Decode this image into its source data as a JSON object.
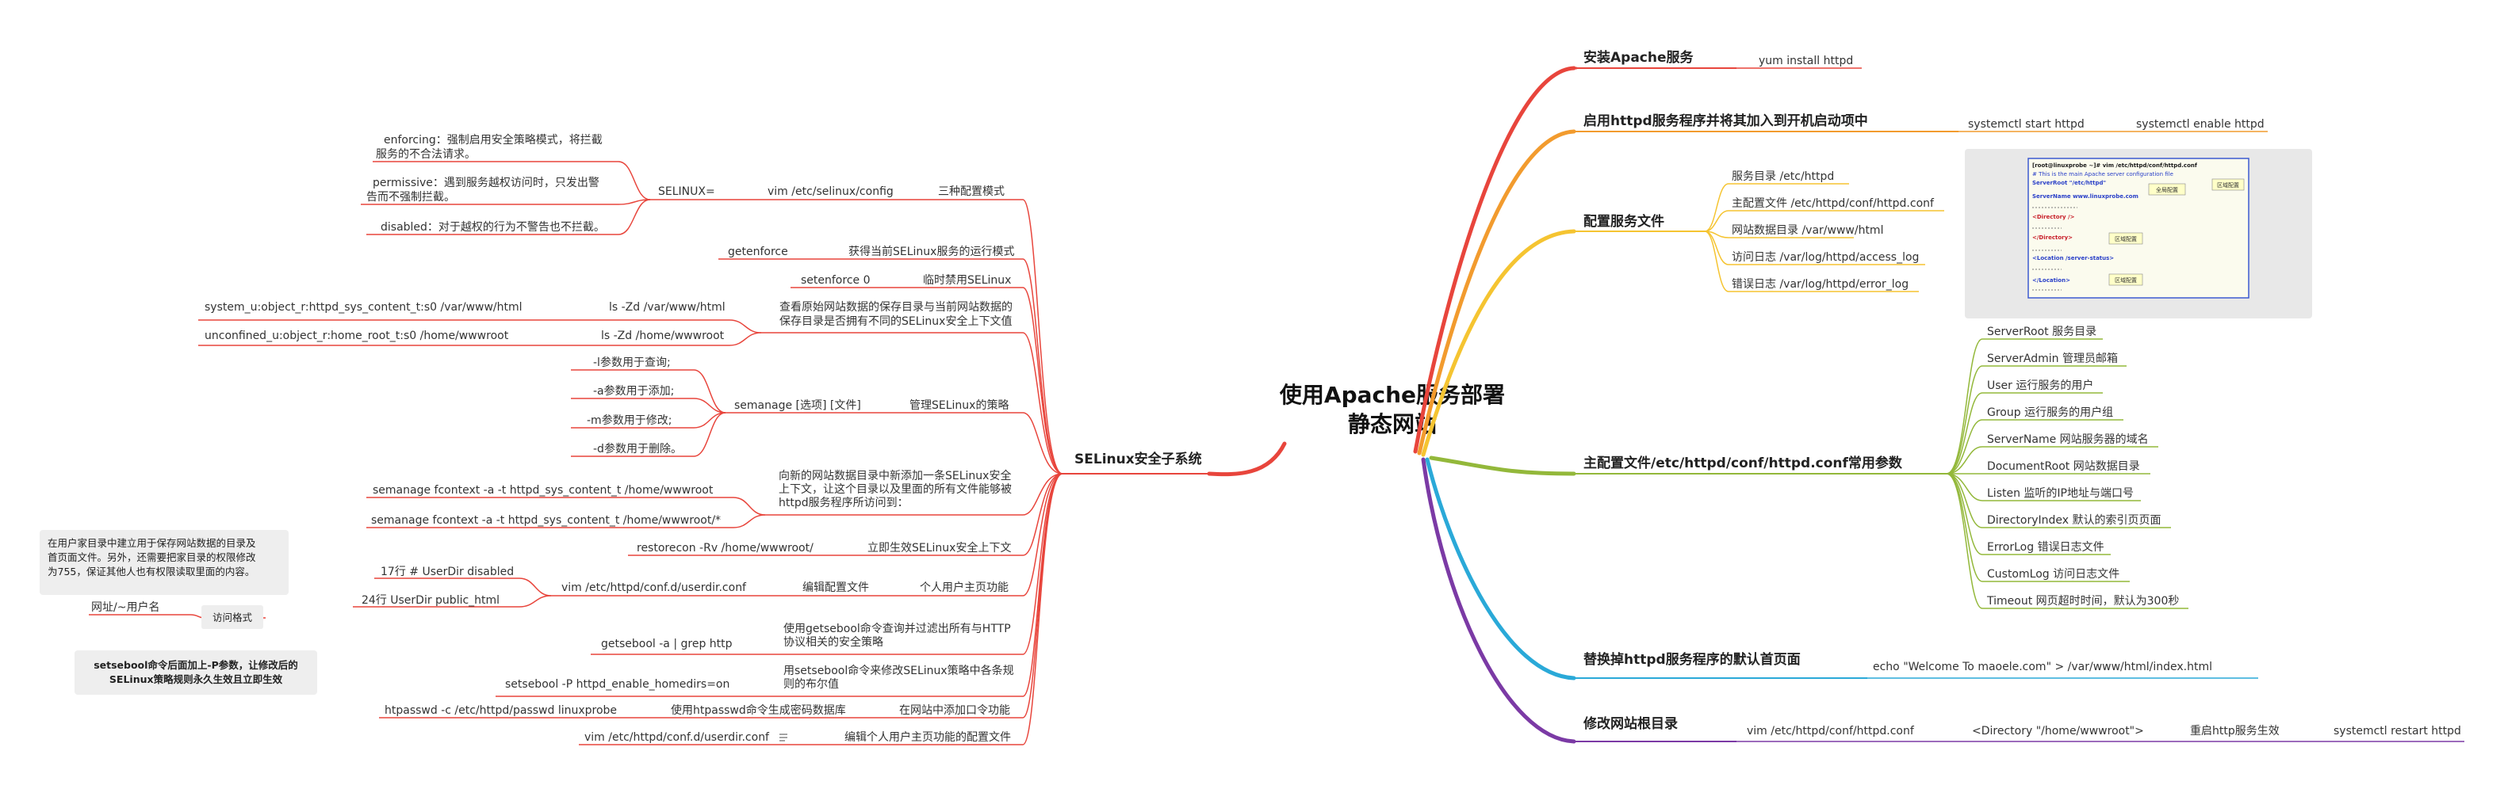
{
  "root": {
    "line1": "使用Apache服务部署",
    "line2": "静态网站"
  },
  "colors": {
    "red": "#e8453c",
    "orange": "#f29b2e",
    "yellow": "#f5c431",
    "green": "#93b83a",
    "blue": "#2aa9d8",
    "purple": "#7b3aa5",
    "note_bg": "#eeeeee",
    "thumb_bg": "#e8e8e8"
  },
  "right": {
    "b1": {
      "title": "安装Apache服务",
      "items": [
        "yum install httpd"
      ]
    },
    "b2": {
      "title": "启用httpd服务程序并将其加入到开机启动项中",
      "items": [
        "systemctl start httpd",
        "systemctl enable httpd"
      ]
    },
    "b3": {
      "title": "配置服务文件",
      "items": [
        "服务目录  /etc/httpd",
        "主配置文件  /etc/httpd/conf/httpd.conf",
        "网站数据目录  /var/www/html",
        "访问日志  /var/log/httpd/access_log",
        "错误日志  /var/log/httpd/error_log"
      ]
    },
    "b4": {
      "title": "主配置文件/etc/httpd/conf/httpd.conf常用参数",
      "items": [
        "ServerRoot  服务目录",
        "ServerAdmin  管理员邮箱",
        "User  运行服务的用户",
        "Group  运行服务的用户组",
        "ServerName  网站服务器的域名",
        "DocumentRoot  网站数据目录",
        "Listen  监听的IP地址与端口号",
        "DirectoryIndex  默认的索引页页面",
        "ErrorLog  错误日志文件",
        "CustomLog  访问日志文件",
        "Timeout  网页超时时间，默认为300秒"
      ]
    },
    "b5": {
      "title": "替换掉httpd服务程序的默认首页面",
      "items": [
        "echo \"Welcome To maoele.com\" > /var/www/html/index.html"
      ]
    },
    "b6": {
      "title": "修改网站根目录",
      "items": [
        "vim /etc/httpd/conf/httpd.conf",
        "<Directory \"/home/wwwroot\">",
        "重启http服务生效",
        "systemctl restart httpd"
      ]
    }
  },
  "thumbnail": {
    "lines": [
      "[root@linuxprobe ~]# vim /etc/httpd/conf/httpd.conf",
      "# This is the main Apache server configuration file",
      "ServerRoot \"/etc/httpd\"",
      "ServerName  www.linuxprobe.com",
      "<Directory />",
      "</Directory>",
      "<Location /server-status>",
      "</Location>"
    ],
    "tags": [
      "全局配置",
      "区域配置",
      "区域配置",
      "区域配置"
    ]
  },
  "left": {
    "title": "SELinux安全子系统",
    "selinux": {
      "modes": "三种配置模式",
      "file": "vim /etc/selinux/config",
      "key": "SELINUX=",
      "enforcing": [
        "enforcing：强制启用安全策略模式，将拦截",
        "服务的不合法请求。"
      ],
      "permissive": [
        "permissive：遇到服务越权访问时，只发出警",
        "告而不强制拦截。"
      ],
      "disabled": "disabled：对于越权的行为不警告也不拦截。"
    },
    "getenforce": {
      "desc": "获得当前SELinux服务的运行模式",
      "cmd": "getenforce"
    },
    "setenforce": {
      "desc": "临时禁用SELinux",
      "cmd": "setenforce 0"
    },
    "ls": {
      "desc": [
        "查看原始网站数据的保存目录与当前网站数据的",
        "保存目录是否拥有不同的SELinux安全上下文值"
      ],
      "cmd1": "ls -Zd /var/www/html",
      "out1": "system_u:object_r:httpd_sys_content_t:s0 /var/www/html",
      "cmd2": "ls -Zd /home/wwwroot",
      "out2": "unconfined_u:object_r:home_root_t:s0 /home/wwwroot"
    },
    "semanage": {
      "desc": "管理SELinux的策略",
      "cmd": "semanage [选项] [文件]",
      "opts": [
        "-l参数用于查询;",
        "-a参数用于添加;",
        "-m参数用于修改;",
        "-d参数用于删除。"
      ]
    },
    "fcontext": {
      "desc": [
        "向新的网站数据目录中新添加一条SELinux安全",
        "上下文，让这个目录以及里面的所有文件能够被",
        "httpd服务程序所访问到："
      ],
      "cmd1": "semanage fcontext -a -t httpd_sys_content_t /home/wwwroot",
      "cmd2": "semanage fcontext -a -t httpd_sys_content_t /home/wwwroot/*"
    },
    "restorecon": {
      "desc": "立即生效SELinux安全上下文",
      "cmd": "restorecon -Rv /home/wwwroot/"
    },
    "userdir": {
      "desc": "个人用户主页功能",
      "sub": "编辑配置文件",
      "file": "vim /etc/httpd/conf.d/userdir.conf",
      "l17": "17行 # UserDir disabled",
      "l24": "24行   UserDir public_html",
      "note": [
        "在用户家目录中建立用于保存网站数据的目录及",
        "首页面文件。另外，还需要把家目录的权限修改",
        "为755，保证其他人也有权限读取里面的内容。"
      ],
      "url": "网址/~用户名",
      "format": "访问格式"
    },
    "getsebool": {
      "desc": [
        "使用getsebool命令查询并过滤出所有与HTTP",
        "协议相关的安全策略"
      ],
      "cmd": "getsebool -a | grep http"
    },
    "setsebool": {
      "desc": [
        "用setsebool命令来修改SELinux策略中各条规",
        "则的布尔值"
      ],
      "cmd": "setsebool -P httpd_enable_homedirs=on",
      "note": [
        "setsebool命令后面加上-P参数，让修改后的",
        "SELinux策略规则永久生效且立即生效"
      ]
    },
    "htpasswd": {
      "desc": "在网站中添加口令功能",
      "sub": "使用htpasswd命令生成密码数据库",
      "cmd": "htpasswd -c /etc/httpd/passwd linuxprobe"
    },
    "userdir2": {
      "desc": "编辑个人用户主页功能的配置文件",
      "cmd": "vim /etc/httpd/conf.d/userdir.conf"
    }
  }
}
